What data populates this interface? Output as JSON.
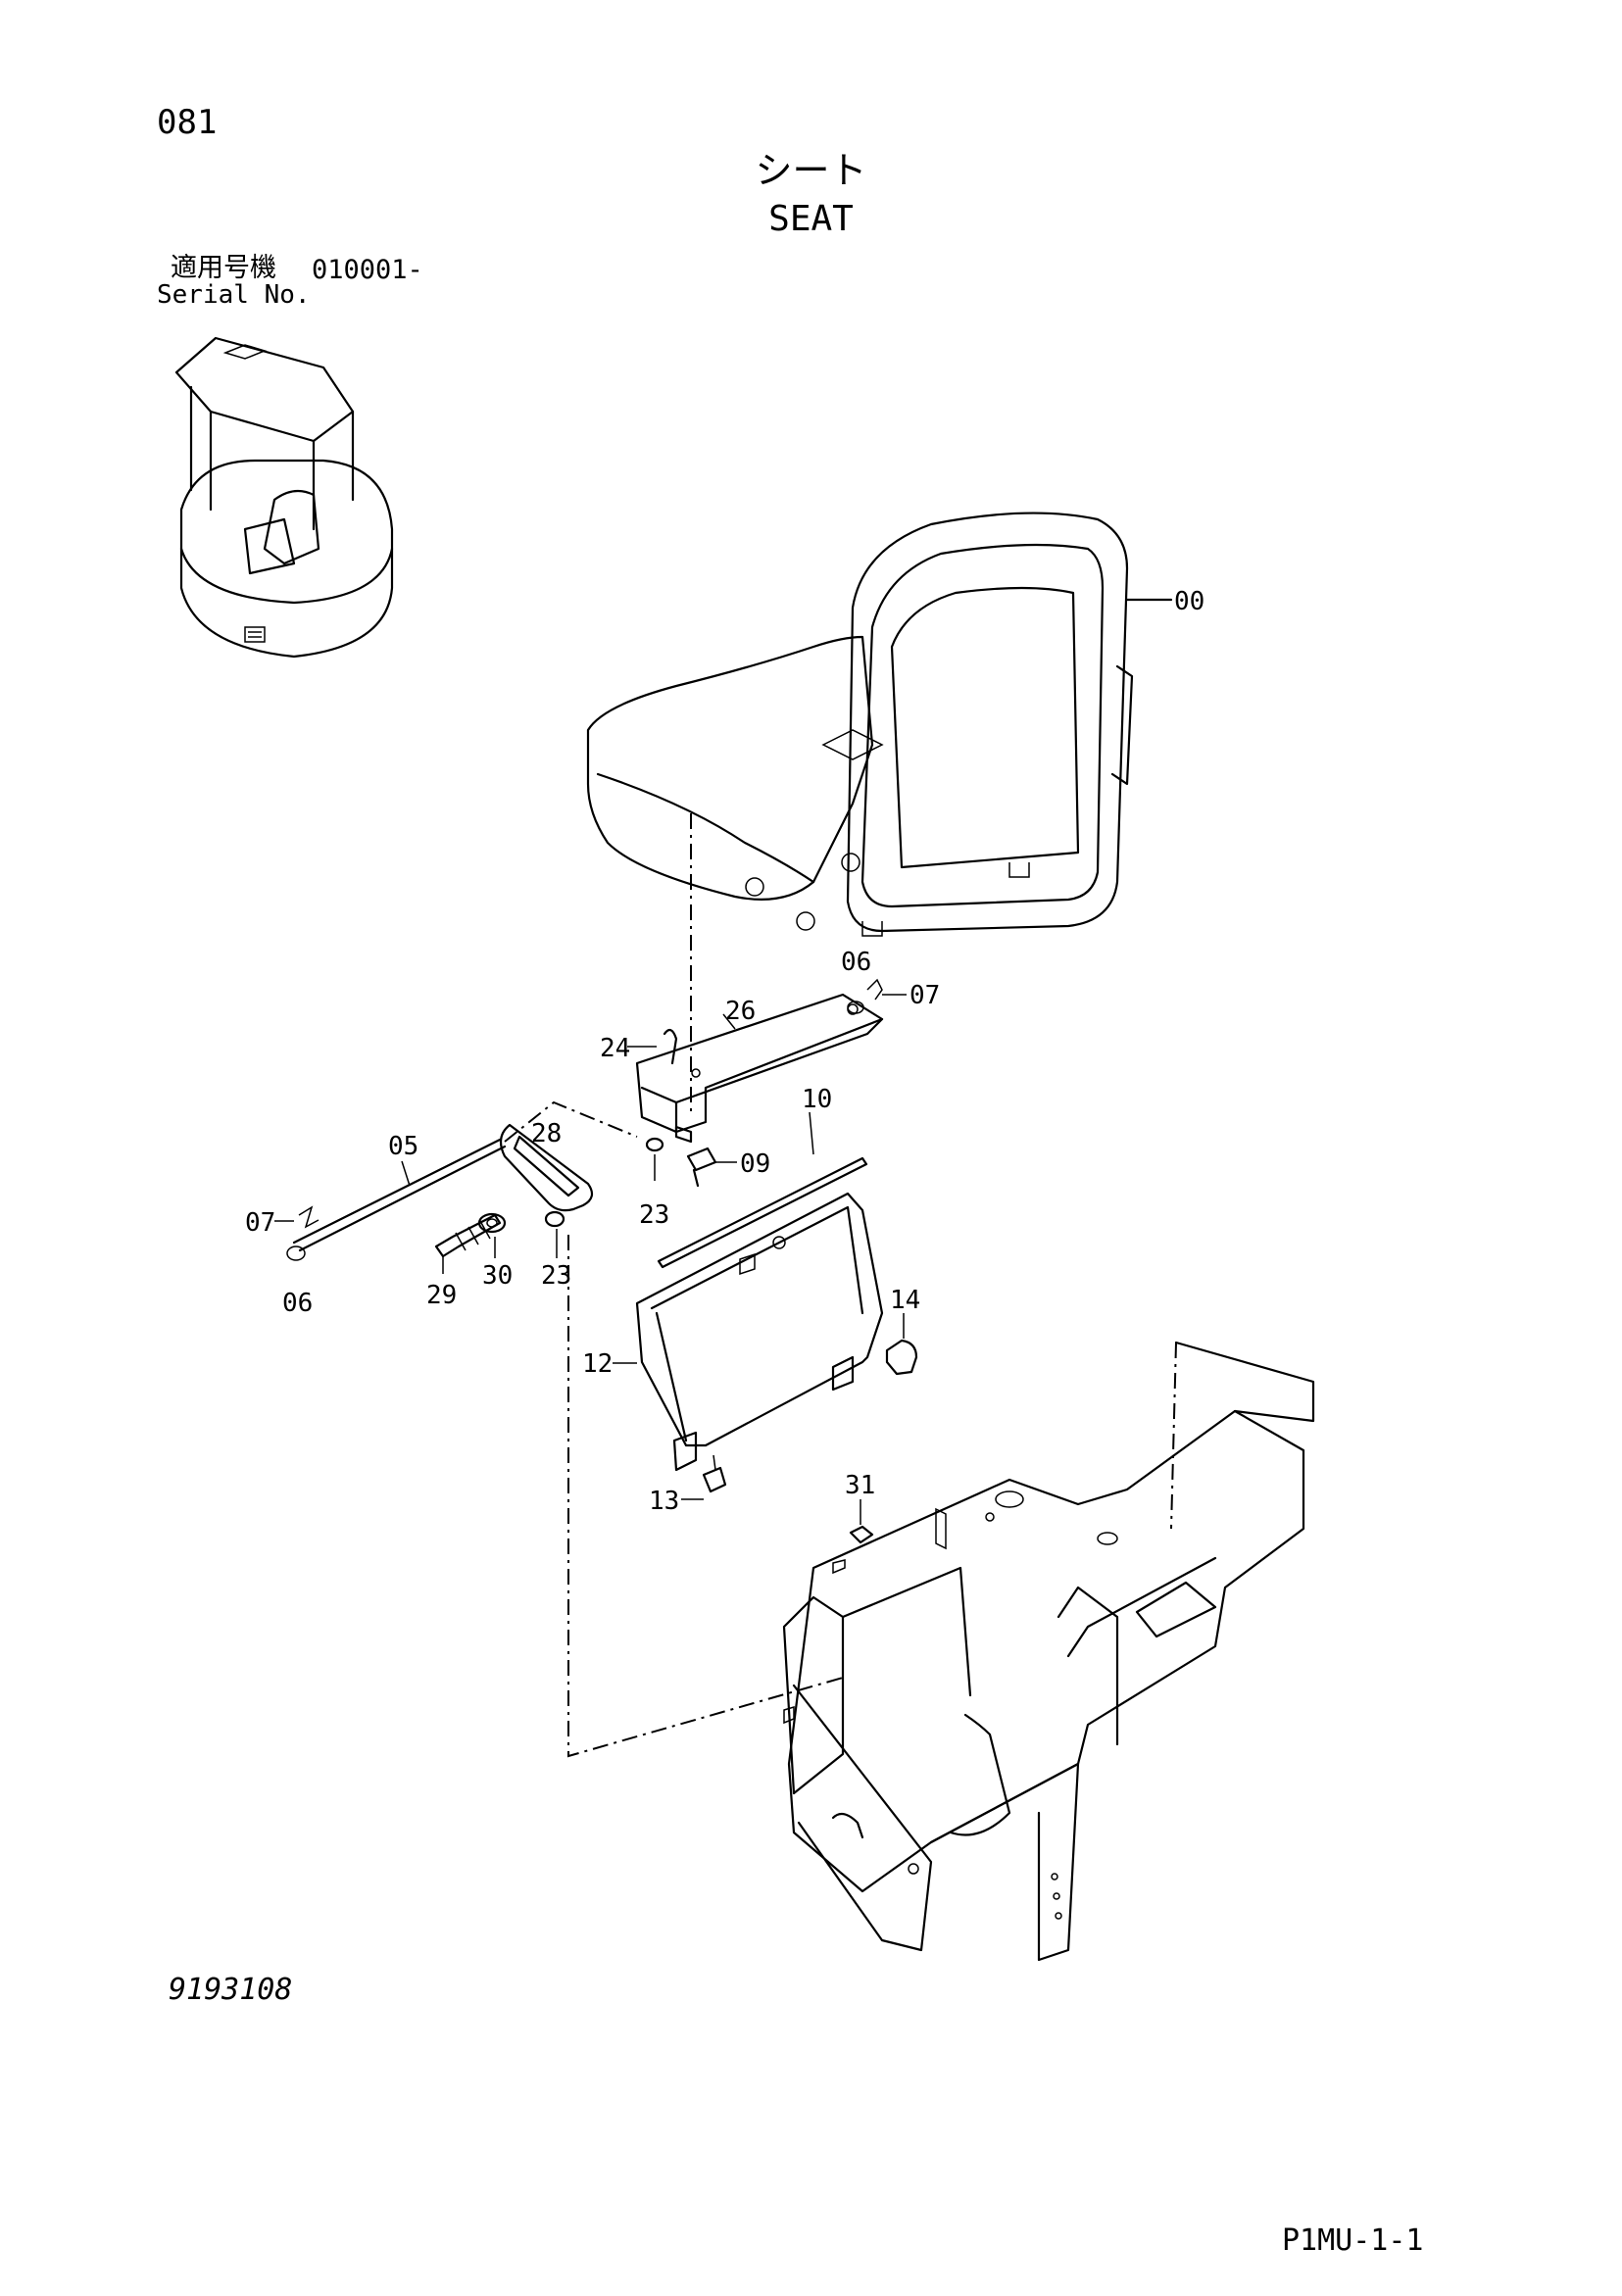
{
  "page": {
    "number": "081",
    "drawing_no": "9193108",
    "sheet_code": "P1MU-1-1"
  },
  "title": {
    "jp": "シート",
    "en": "SEAT"
  },
  "serial": {
    "label_jp": "適用号機",
    "value": "010001-",
    "label_en": "Serial No."
  },
  "callouts": {
    "c00": "00",
    "c05": "05",
    "c06a": "06",
    "c06b": "06",
    "c07a": "07",
    "c07b": "07",
    "c09": "09",
    "c10": "10",
    "c12": "12",
    "c13": "13",
    "c14": "14",
    "c23a": "23",
    "c23b": "23",
    "c24": "24",
    "c26": "26",
    "c28": "28",
    "c29": "29",
    "c30": "30",
    "c31": "31"
  }
}
